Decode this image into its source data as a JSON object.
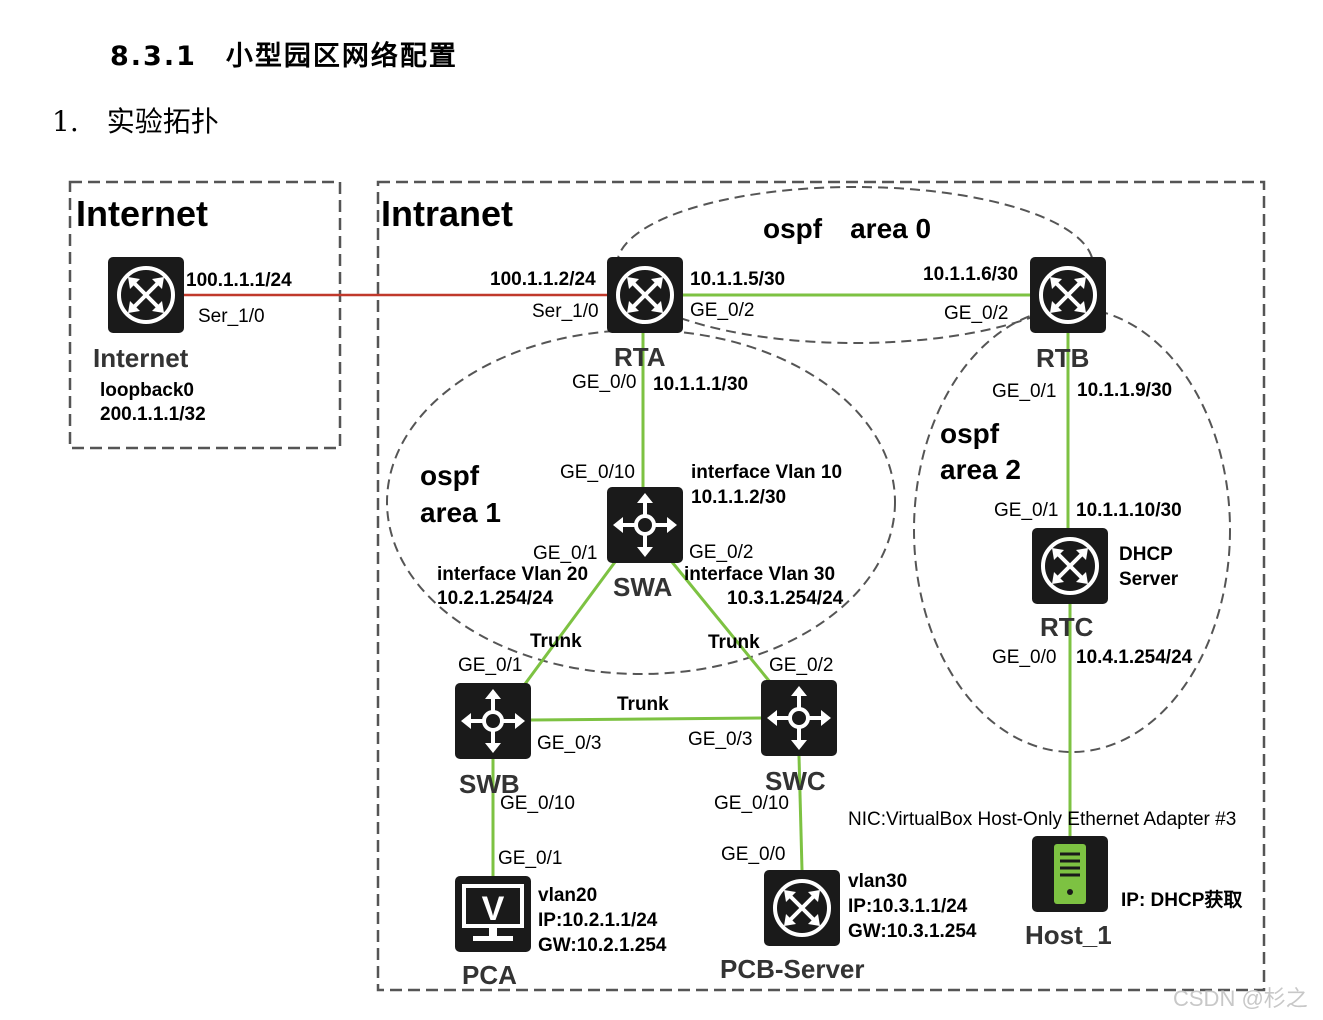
{
  "heading": {
    "section": "8.3.1　小型园区网络配置",
    "subsection": "1.　实验拓扑"
  },
  "colors": {
    "serial_link": "#c0392b",
    "ethernet_link": "#7dc242",
    "device": "#1a1a1a",
    "server": "#7dc242"
  },
  "zones": {
    "internet": "Internet",
    "intranet": "Intranet"
  },
  "areas": {
    "area0": "ospf　area 0",
    "area1_line1": "ospf",
    "area1_line2": "area 1",
    "area2_line1": "ospf",
    "area2_line2": "area 2"
  },
  "devices": {
    "internet": {
      "name": "Internet",
      "extra1": "loopback0",
      "extra2": "200.1.1.1/32"
    },
    "rta": {
      "name": "RTA"
    },
    "rtb": {
      "name": "RTB"
    },
    "rtc": {
      "name": "RTC",
      "extra1": "DHCP",
      "extra2": "Server"
    },
    "swa": {
      "name": "SWA"
    },
    "swb": {
      "name": "SWB"
    },
    "swc": {
      "name": "SWC"
    },
    "pca": {
      "name": "PCA",
      "extra1": "vlan20",
      "extra2": "IP:10.2.1.1/24",
      "extra3": "GW:10.2.1.254"
    },
    "pcb": {
      "name": "PCB-Server",
      "extra1": "vlan30",
      "extra2": "IP:10.3.1.1/24",
      "extra3": "GW:10.3.1.254"
    },
    "host1": {
      "name": "Host_1",
      "extra1": "IP: DHCP获取"
    }
  },
  "labels": {
    "inet_ip": "100.1.1.1/24",
    "inet_if": "Ser_1/0",
    "rta_ip_wan": "100.1.1.2/24",
    "rta_if_wan": "Ser_1/0",
    "rta_ip_ge2": "10.1.1.5/30",
    "rta_if_ge2": "GE_0/2",
    "rtb_ip_ge2": "10.1.1.6/30",
    "rtb_if_ge2": "GE_0/2",
    "rta_if_ge0": "GE_0/0",
    "rta_ip_ge0": "10.1.1.1/30",
    "swa_if_ge10": "GE_0/10",
    "swa_vlan10": "interface Vlan 10",
    "swa_vlan10_ip": "10.1.1.2/30",
    "swa_if_ge1": "GE_0/1",
    "swa_vlan20": "interface Vlan 20",
    "swa_vlan20_ip": "10.2.1.254/24",
    "swa_if_ge2": "GE_0/2",
    "swa_vlan30": "interface Vlan 30",
    "swa_vlan30_ip": "10.3.1.254/24",
    "trunk_left": "Trunk",
    "trunk_right": "Trunk",
    "trunk_mid": "Trunk",
    "swb_if_ge1": "GE_0/1",
    "swc_if_ge2": "GE_0/2",
    "swb_if_ge3": "GE_0/3",
    "swc_if_ge3": "GE_0/3",
    "swb_if_ge10": "GE_0/10",
    "swc_if_ge10": "GE_0/10",
    "pca_if": "GE_0/1",
    "pcb_if": "GE_0/0",
    "rtb_if_ge1": "GE_0/1",
    "rtb_ip_ge1": "10.1.1.9/30",
    "rtc_if_ge1": "GE_0/1",
    "rtc_ip_ge1": "10.1.1.10/30",
    "rtc_if_ge0": "GE_0/0",
    "rtc_ip_ge0": "10.4.1.254/24",
    "nic": "NIC:VirtualBox Host-Only Ethernet Adapter #3"
  },
  "watermark": "CSDN @杉之"
}
